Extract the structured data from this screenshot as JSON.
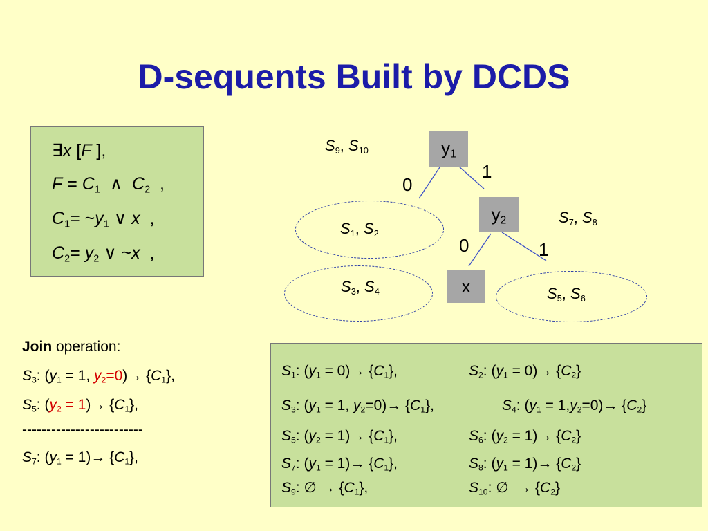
{
  "title": "D-sequents Built by DCDS",
  "formula": {
    "line1_exists": "∃",
    "line1_var": "x",
    "line1_lbr": " [",
    "line1_F": "F",
    "line1_rbr": " ],",
    "line2_F": "F",
    "line2_eq": " = ",
    "line2_C": "C",
    "line2_sub1": "1",
    "line2_and": "  ∧  ",
    "line2_C2": "C",
    "line2_sub2": "2",
    "line2_end": "  ,",
    "line3_C": "C",
    "line3_sub": "1",
    "line3_eq": "= ~",
    "line3_y": "y",
    "line3_ysub": "1",
    "line3_or": " ∨ ",
    "line3_x": "x",
    "line3_end": "  ,",
    "line4_C": "C",
    "line4_sub": "2",
    "line4_eq": "= ",
    "line4_y": "y",
    "line4_ysub": "2",
    "line4_or": " ∨ ~",
    "line4_x": "x",
    "line4_end": "  ,"
  },
  "tree": {
    "node_y1": {
      "letter": "y",
      "sub": "1"
    },
    "node_y2": {
      "letter": "y",
      "sub": "2"
    },
    "node_x": {
      "letter": "x"
    },
    "edge_y1_0": "0",
    "edge_y1_1": "1",
    "edge_y2_0": "0",
    "edge_y2_1": "1",
    "s9s10": {
      "a": "S",
      "asub": "9",
      "sep": ", ",
      "b": "S",
      "bsub": "10"
    },
    "s7s8": {
      "a": "S",
      "asub": "7",
      "sep": ", ",
      "b": "S",
      "bsub": "8"
    },
    "s1s2": {
      "a": "S",
      "asub": "1",
      "sep": ", ",
      "b": "S",
      "bsub": "2"
    },
    "s3s4": {
      "a": "S",
      "asub": "3",
      "sep": ", ",
      "b": "S",
      "bsub": "4"
    },
    "s5s6": {
      "a": "S",
      "asub": "5",
      "sep": ", ",
      "b": "S",
      "bsub": "6"
    }
  },
  "join": {
    "heading_bold": "Join",
    "heading_rest": " operation:",
    "l1": {
      "S": "S",
      "sub": "3",
      "a": ": (",
      "y": "y",
      "ysub": "1",
      "b": " = 1, ",
      "ry": "y",
      "rysub": "2",
      "req": "=0",
      "c": ")→ {",
      "C": "C",
      "Csub": "1",
      "d": "},"
    },
    "l2": {
      "S": "S",
      "sub": "5",
      "a": ": (",
      "ry": "y",
      "rysub": "2",
      "req": " = 1",
      "c": ")→ {",
      "C": "C",
      "Csub": "1",
      "d": "},"
    },
    "divider": "-------------------------",
    "l3": {
      "S": "S",
      "sub": "7",
      "a": ": (",
      "y": "y",
      "ysub": "1",
      "b": " = 1)→ {",
      "C": "C",
      "Csub": "1",
      "d": "},"
    }
  },
  "seqs": {
    "r1a": {
      "S": "S",
      "sub": "1",
      "a": ": (",
      "y": "y",
      "ysub": "1",
      "b": " = 0)→ {",
      "C": "C",
      "Csub": "1",
      "d": "},"
    },
    "r1b": {
      "S": "S",
      "sub": "2",
      "a": ": (",
      "y": "y",
      "ysub": "1",
      "b": " = 0)→ {",
      "C": "C",
      "Csub": "2",
      "d": "}"
    },
    "r2a": {
      "S": "S",
      "sub": "3",
      "a": ": (",
      "y": "y",
      "ysub": "1",
      "b": " = 1, ",
      "y2": "y",
      "y2sub": "2",
      "c": "=0)→ {",
      "C": "C",
      "Csub": "1",
      "d": "},"
    },
    "r2b": {
      "S": "S",
      "sub": "4",
      "a": ": (",
      "y": "y",
      "ysub": "1",
      "b": " = 1,",
      "y2": "y",
      "y2sub": "2",
      "c": "=0)→ {",
      "C": "C",
      "Csub": "2",
      "d": "}"
    },
    "r3a": {
      "S": "S",
      "sub": "5",
      "a": ": (",
      "y": "y",
      "ysub": "2",
      "b": " = 1)→ {",
      "C": "C",
      "Csub": "1",
      "d": "},"
    },
    "r3b": {
      "S": "S",
      "sub": "6",
      "a": ": (",
      "y": "y",
      "ysub": "2",
      "b": " = 1)→ {",
      "C": "C",
      "Csub": "2",
      "d": "}"
    },
    "r4a": {
      "S": "S",
      "sub": "7",
      "a": ": (",
      "y": "y",
      "ysub": "1",
      "b": " = 1)→ {",
      "C": "C",
      "Csub": "1",
      "d": "},"
    },
    "r4b": {
      "S": "S",
      "sub": "8",
      "a": ": (",
      "y": "y",
      "ysub": "1",
      "b": " = 1)→ {",
      "C": "C",
      "Csub": "2",
      "d": "}"
    },
    "r5a": {
      "S": "S",
      "sub": "9",
      "a": ": ∅ → {",
      "C": "C",
      "Csub": "1",
      "d": "},"
    },
    "r5b": {
      "S": "S",
      "sub": "10",
      "a": ": ∅  → {",
      "C": "C",
      "Csub": "2",
      "d": "}"
    }
  },
  "colors": {
    "background": "#ffffc8",
    "title": "#1c1ca8",
    "box": "#c8e09c",
    "node": "#a6a6a6",
    "edge": "#3c50c8",
    "highlight": "#d40000"
  }
}
